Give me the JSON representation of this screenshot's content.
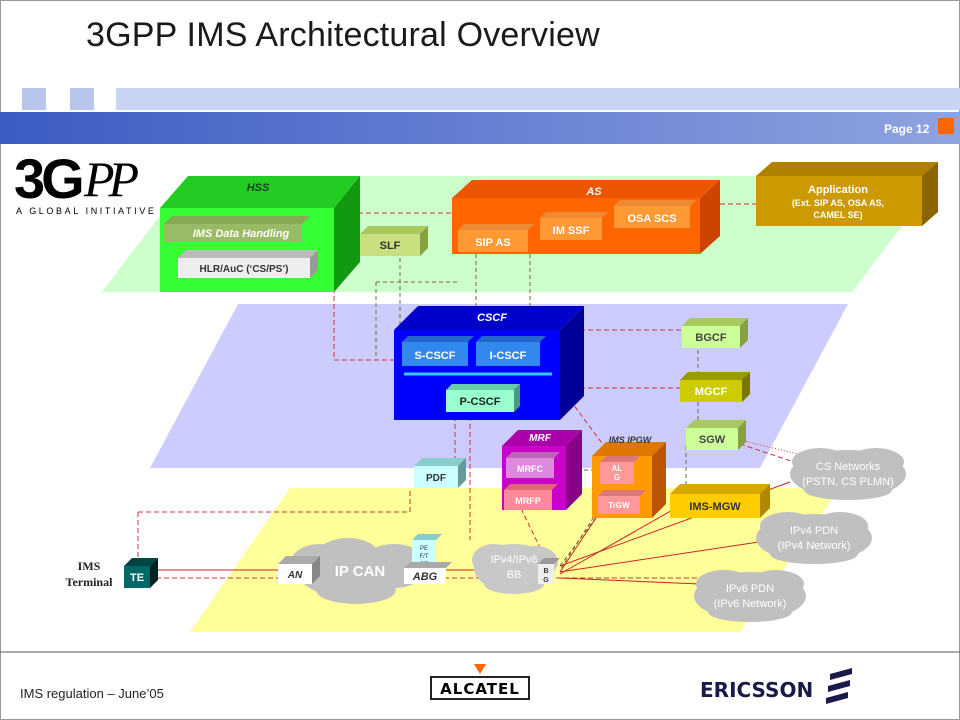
{
  "title": "3GPP IMS Architectural Overview",
  "page_label": "Page 12",
  "footer": "IMS regulation – June’05",
  "logos": {
    "tgpp": "3GPP",
    "tgpp_tagline": "A GLOBAL INITIATIVE",
    "alcatel": "ALCATEL",
    "ericsson": "ERICSSON"
  },
  "terminal_label": "IMS Terminal",
  "nodes": {
    "hss": "HSS",
    "ims_data": "IMS Data Handling",
    "hlr": "HLR/AuC (‘CS/PS’)",
    "slf": "SLF",
    "as": "AS",
    "sip_as": "SIP AS",
    "im_ssf": "IM SSF",
    "osa_scs": "OSA SCS",
    "app_title": "Application",
    "app_sub1": "(Ext. SIP AS, OSA AS,",
    "app_sub2": "CAMEL SE)",
    "cscf": "CSCF",
    "s_cscf": "S-CSCF",
    "i_cscf": "I-CSCF",
    "p_cscf": "P-CSCF",
    "bgcf": "BGCF",
    "mgcf": "MGCF",
    "sgw": "SGW",
    "mrf": "MRF",
    "mrfc": "MRFC",
    "mrfp": "MRFP",
    "ims_ipgw": "IMS IPGW",
    "alg1": "AL",
    "alg2": "G",
    "trgw": "TrGW",
    "ims_mgw": "IMS-MGW",
    "pdf": "PDF",
    "te": "TE",
    "an": "AN",
    "ip_can": "IP CAN",
    "pep1": "PE",
    "pep2": "F/T",
    "pep3": "PF",
    "abg": "ABG",
    "bb1": "IPv4/IPv6",
    "bb2": "BB",
    "bg1": "B",
    "bg2": "G",
    "cs_net1": "CS Networks",
    "cs_net2": "(PSTN, CS PLMN)",
    "ipv4_1": "IPv4 PDN",
    "ipv4_2": "(IPv4 Network)",
    "ipv6_1": "IPv6 PDN",
    "ipv6_2": "(IPv6 Network)"
  },
  "colors": {
    "green_plane": "#ccffcc",
    "blue_plane": "#ccccff",
    "yellow_plane": "#ffff99",
    "hss": "#33ff33",
    "as": "#ff6600",
    "application": "#cc9900",
    "cscf": "#0000ff",
    "mrf": "#cc00cc",
    "ipgw": "#ff9900",
    "header_bar": "#4a6bc8",
    "accent": "#ff6600"
  }
}
